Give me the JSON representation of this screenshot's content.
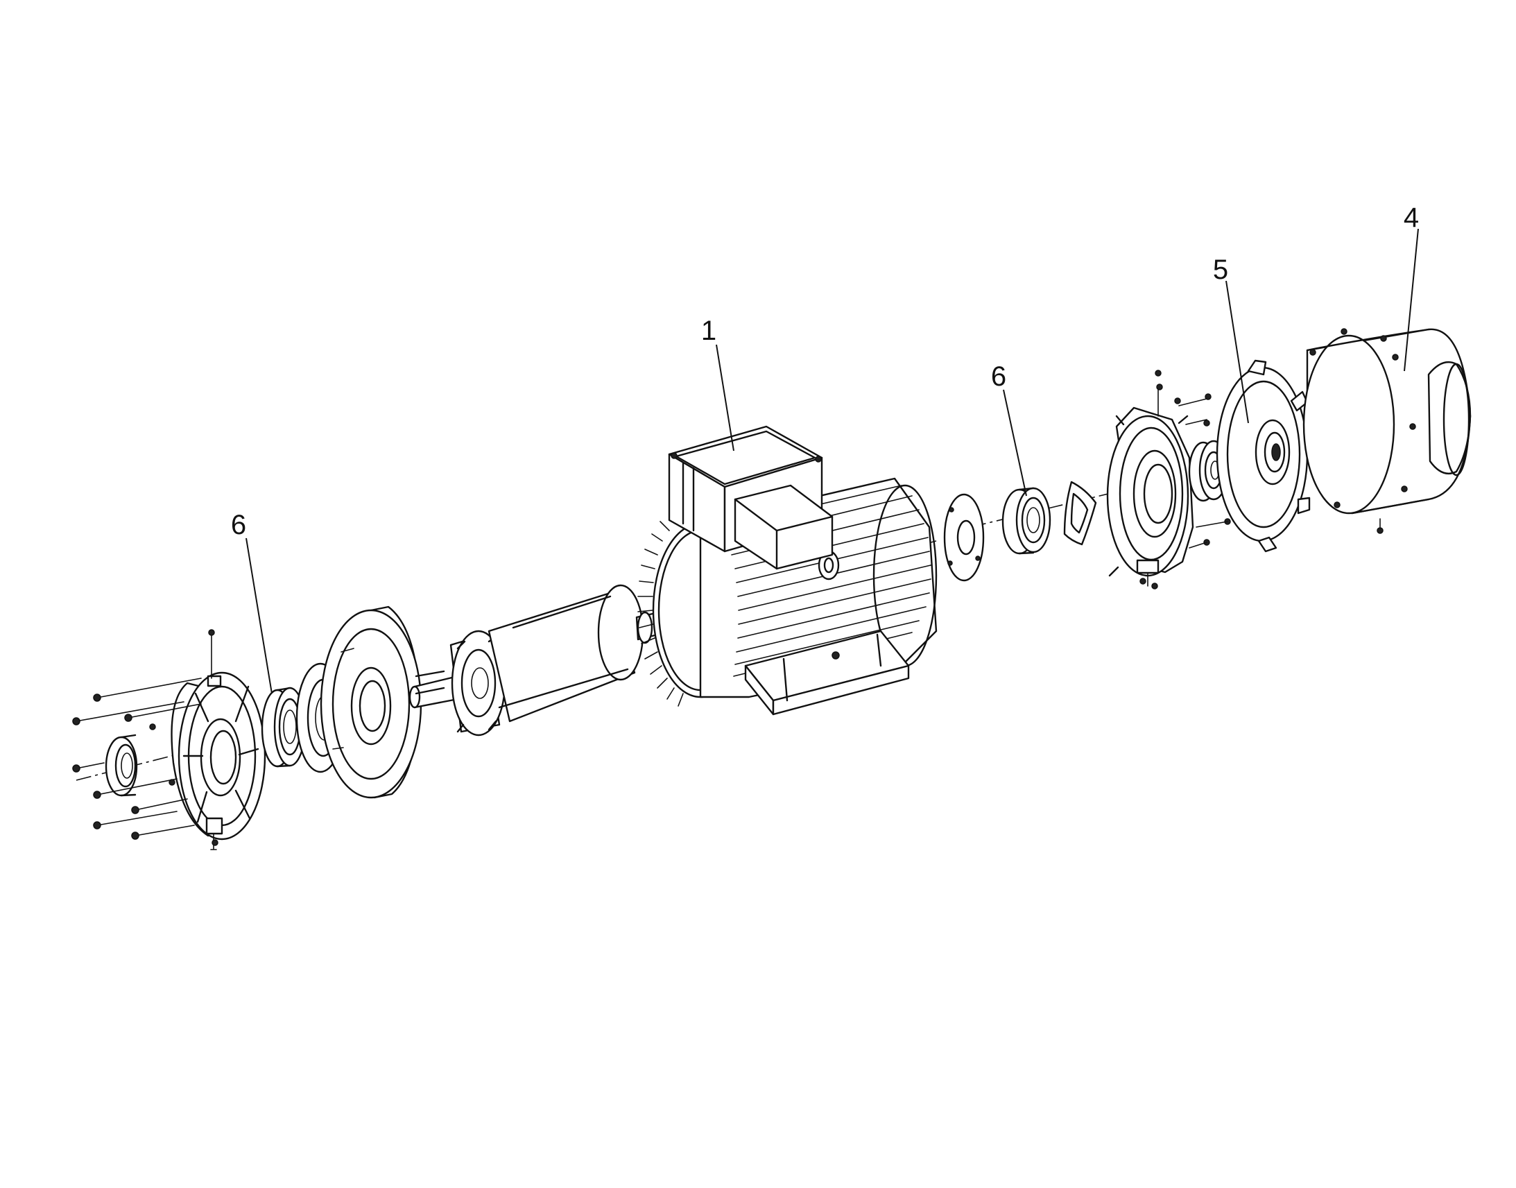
{
  "callouts": [
    {
      "id": "motor-housing",
      "label": "1"
    },
    {
      "id": "fan-cover",
      "label": "4"
    },
    {
      "id": "fan",
      "label": "5"
    },
    {
      "id": "bearing-right",
      "label": "6"
    },
    {
      "id": "bearing-left",
      "label": "6"
    }
  ]
}
